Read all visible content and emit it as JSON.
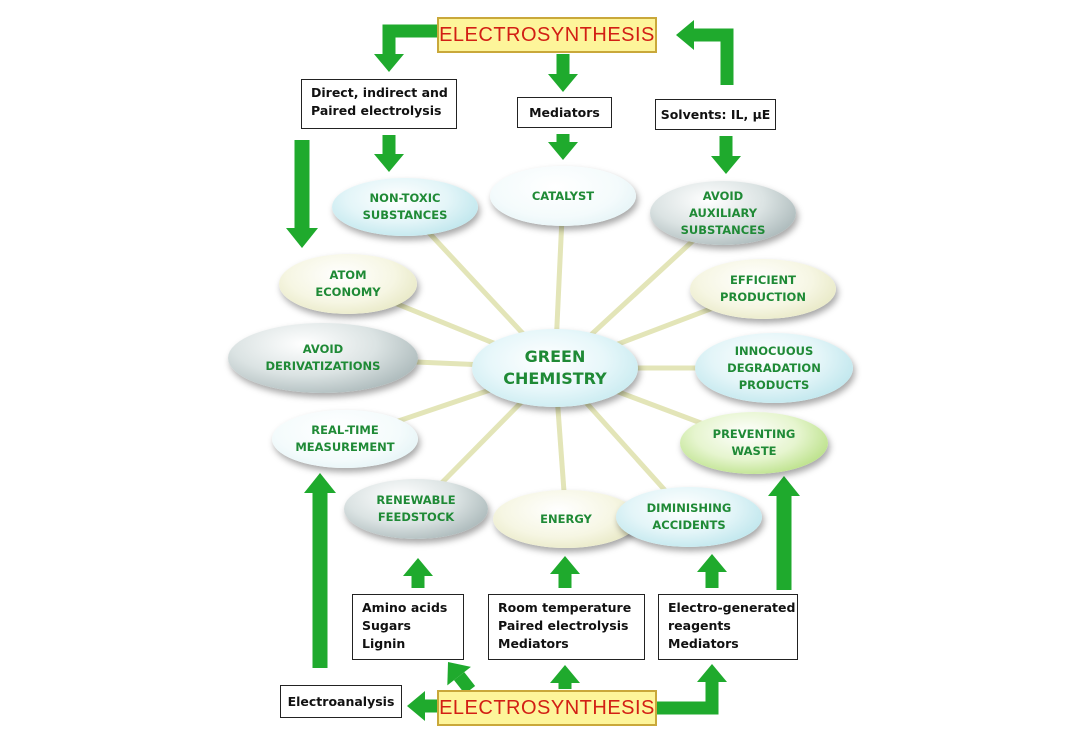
{
  "banners": {
    "top": "ELECTROSYNTHESIS",
    "bottom": "ELECTROSYNTHESIS"
  },
  "boxes": {
    "top_left": [
      "Direct, indirect and",
      "Paired electrolysis"
    ],
    "top_center": "Mediators",
    "top_right": "Solvents: IL, μE",
    "bottom_left": [
      "Amino acids",
      "Sugars",
      "Lignin"
    ],
    "bottom_center": [
      "Room temperature",
      "Paired electrolysis",
      "Mediators"
    ],
    "bottom_right": [
      "Electro-generated",
      "reagents",
      "Mediators"
    ],
    "electroanalysis": "Electroanalysis"
  },
  "center": [
    "GREEN",
    "CHEMISTRY"
  ],
  "principles": {
    "non_toxic": [
      "NON-TOXIC",
      "SUBSTANCES"
    ],
    "catalyst": [
      "CATALYST"
    ],
    "avoid_auxiliary": [
      "AVOID",
      "AUXILIARY",
      "SUBSTANCES"
    ],
    "atom_economy": [
      "ATOM",
      "ECONOMY"
    ],
    "efficient_production": [
      "EFFICIENT",
      "PRODUCTION"
    ],
    "avoid_derivatizations": [
      "AVOID",
      "DERIVATIZATIONS"
    ],
    "innocuous": [
      "INNOCUOUS",
      "DEGRADATION",
      "PRODUCTS"
    ],
    "real_time": [
      "REAL-TIME",
      "MEASUREMENT"
    ],
    "preventing_waste": [
      "PREVENTING",
      "WASTE"
    ],
    "renewable": [
      "RENEWABLE",
      "FEEDSTOCK"
    ],
    "energy": [
      "ENERGY"
    ],
    "diminishing": [
      "DIMINISHING",
      "ACCIDENTS"
    ]
  },
  "colors": {
    "arrow": "#1faa2d",
    "spoke": "#e3e5b8",
    "banner_fill": "#fdf59a",
    "banner_text": "#d21f14",
    "label_text": "#1f8a36"
  }
}
